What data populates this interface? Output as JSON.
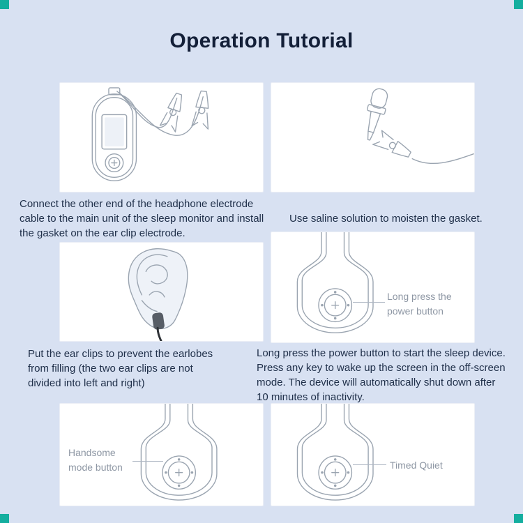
{
  "page": {
    "title": "Operation Tutorial"
  },
  "colors": {
    "background": "#d8e1f2",
    "panel": "#ffffff",
    "accent": "#14ae9f",
    "title-text": "#131f38",
    "caption-text": "#20304a",
    "callout-text": "#8e97a4",
    "line-art": "#9aa4b0"
  },
  "steps": [
    {
      "caption": "Connect the other end of the headphone electrode cable to the main unit of the sleep monitor and install the gasket on the ear clip electrode."
    },
    {
      "caption": "Use saline solution to moisten the gasket."
    },
    {
      "caption": "Put the ear clips to prevent the earlobes from filling (the two ear clips are not divided into left and right)"
    },
    {
      "caption": "Long press the power button to start the sleep device. Press any key to wake up the screen in the off-screen mode. The device will automatically shut down after 10 minutes of inactivity.",
      "callout": "Long press the power button"
    },
    {
      "callout": "Handsome mode button"
    },
    {
      "callout": "Timed Quiet"
    }
  ]
}
